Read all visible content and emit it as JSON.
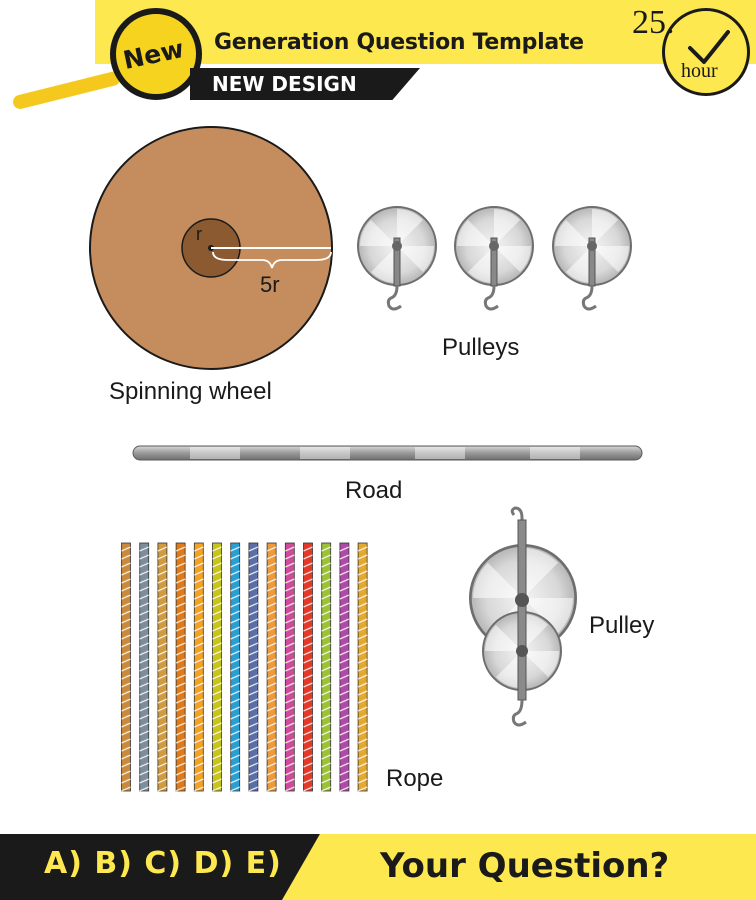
{
  "header": {
    "badge": "New",
    "title": "Generation Question Template",
    "subtitle": "NEW DESIGN",
    "timer_number": "25.",
    "timer_unit": "hour"
  },
  "diagram": {
    "wheel_label": "Spinning wheel",
    "inner_radius_label": "r",
    "outer_radius_label": "5r",
    "pulleys_label": "Pulleys",
    "road_label": "Road",
    "pulley_label": "Pulley",
    "rope_label": "Rope"
  },
  "ropes": {
    "colors": [
      "#c98a3c",
      "#7d8d9b",
      "#d29a3e",
      "#e07a18",
      "#f2a126",
      "#c7c41c",
      "#2a9fd3",
      "#5a6fa8",
      "#ef9a3a",
      "#d04a9a",
      "#e23a2a",
      "#9ac236",
      "#b04aa8",
      "#e6a92e"
    ]
  },
  "colors": {
    "accent_yellow": "#fde84f",
    "dark": "#1a1a1a",
    "wheel_fill": "#c58d5d",
    "wheel_hub": "#8c5a30"
  },
  "footer": {
    "options": "A) B) C) D) E)",
    "question": "Your Question?"
  }
}
